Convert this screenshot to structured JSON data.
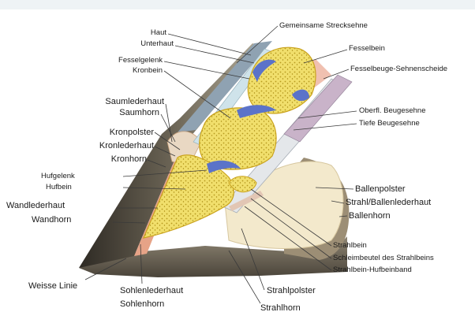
{
  "labels": {
    "haut": "Haut",
    "unterhaut": "Unterhaut",
    "fesselgelenk": "Fesselgelenk",
    "kronbein": "Kronbein",
    "saumlederhaut": "Saumlederhaut",
    "saumhorn": "Saumhorn",
    "kronpolster": "Kronpolster",
    "kronlederhaut": "Kronlederhaut",
    "kronhorn": "Kronhorn",
    "hufgelenk": "Hufgelenk",
    "hufbein": "Hufbein",
    "wandlederhaut": "Wandlederhaut",
    "wandhorn": "Wandhorn",
    "weisse_linie": "Weisse Linie",
    "sohlenlederhaut": "Sohlenlederhaut",
    "sohlenhorn": "Sohlenhorn",
    "gemeinsame_strecksehne": "Gemeinsame Strecksehne",
    "fesselbein": "Fesselbein",
    "fesselbeuge_sehnenscheide": "Fesselbeuge-Sehnenscheide",
    "oberfl_beugesehne": "Oberfl. Beugesehne",
    "tiefe_beugesehne": "Tiefe Beugesehne",
    "ballenpolster": "Ballenpolster",
    "strahl_ballenlederhaut": "Strahl/Ballenlederhaut",
    "ballenhorn": "Ballenhorn",
    "strahlbein": "Strahlbein",
    "schleimbeutel": "Schleimbeutel des Strahlbeins",
    "strahlbein_hufbeinband": "Strahlbein-Hufbeinband",
    "strahlpolster": "Strahlpolster",
    "strahlhorn": "Strahlhorn"
  },
  "colors": {
    "bone": "#f2e27a",
    "bone_spongy": "#d8c23a",
    "cartilage_blue": "#5b73c9",
    "skin": "#8b9cad",
    "dermis_pink": "#e7a58a",
    "tendon": "#dfe4e8",
    "cushion": "#f5ecd3",
    "horn_dark": "#4f4a40",
    "horn_light": "#a8a18f",
    "sole": "#6c6354"
  }
}
